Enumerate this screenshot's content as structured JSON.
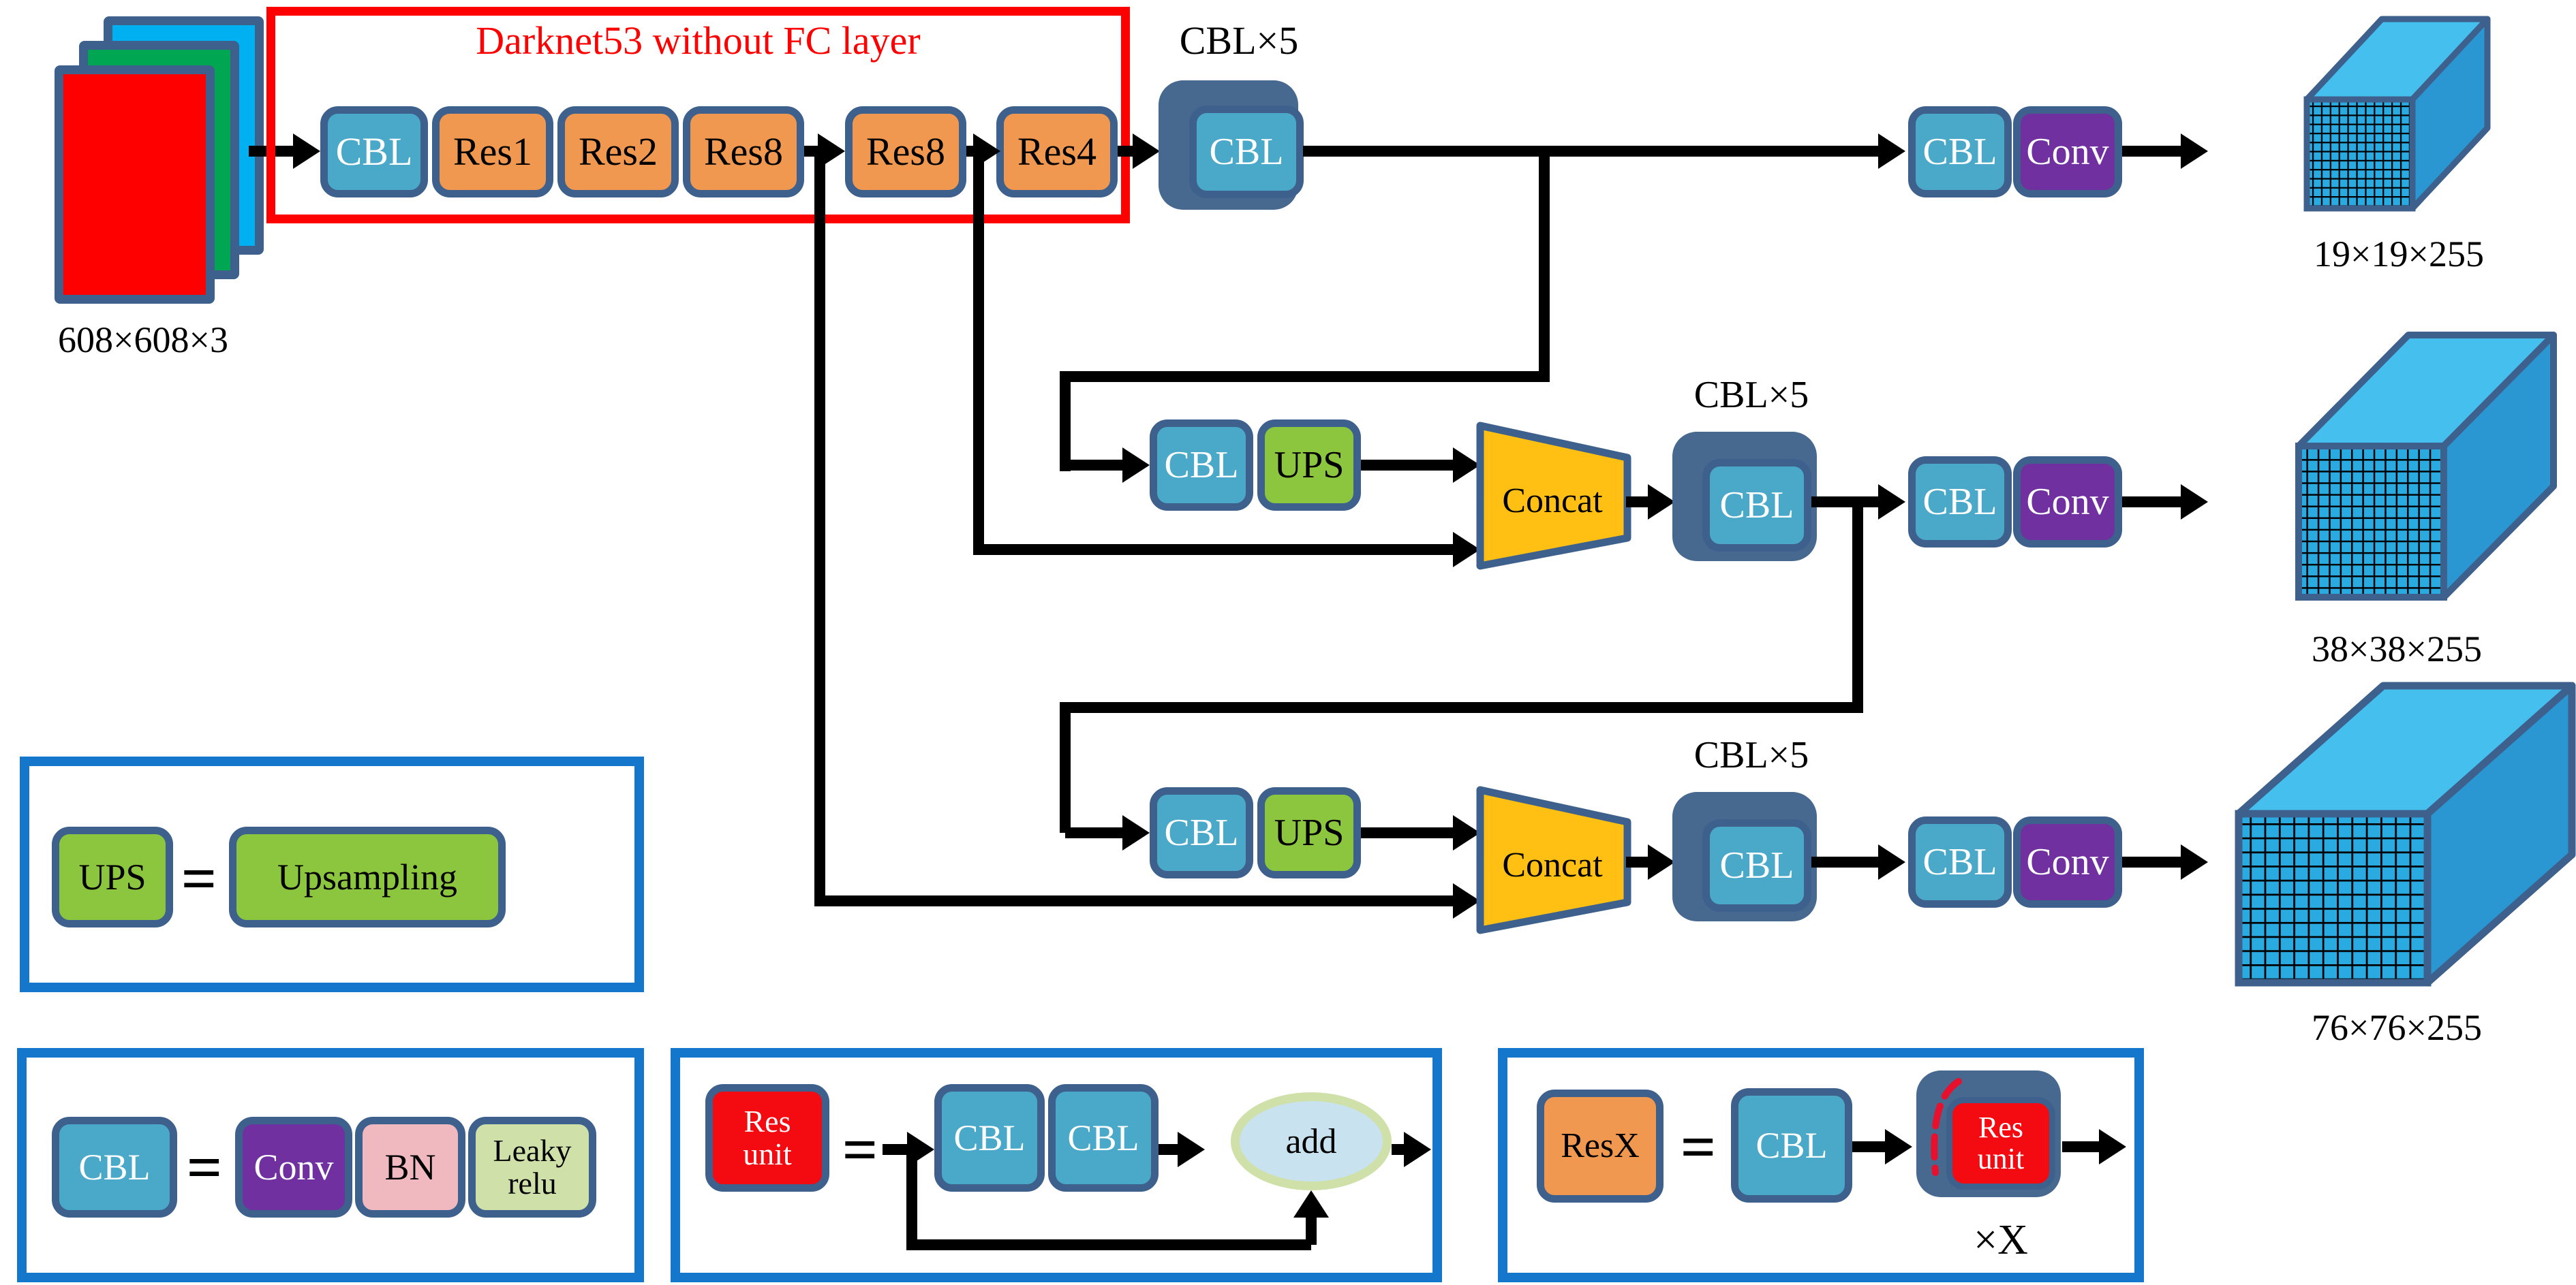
{
  "colors": {
    "slate": "#3D608C",
    "stack": "#47688F",
    "teal": "#4AA9C8",
    "orange": "#F0984F",
    "green": "#8CC63F",
    "yellow": "#FFC013",
    "purple": "#7030A0",
    "pink": "#EFB9BF",
    "palegreen": "#CFE0A8",
    "redbright": "#FF0000",
    "resred": "#F40B12",
    "legendblue": "#1577CB",
    "inputblue": "#00B0F0",
    "inputgreen": "#00A651",
    "cubefront": "#29ABE2",
    "cubetop": "#45BFEE",
    "cubeside": "#2A96D2",
    "line": "#000000"
  },
  "input": {
    "size_label": "608×608×3"
  },
  "backbone": {
    "title": "Darknet53 without FC layer",
    "blocks": [
      "CBL",
      "Res1",
      "Res2",
      "Res8",
      "Res8",
      "Res4"
    ]
  },
  "labels": {
    "cbl": "CBL",
    "cbl5": "CBL×5",
    "ups": "UPS",
    "concat": "Concat",
    "conv": "Conv"
  },
  "outputs": {
    "p5": "19×19×255",
    "p4": "38×38×255",
    "p3": "76×76×255"
  },
  "legends": {
    "ups": {
      "term": "UPS",
      "equals": "=",
      "definition": "Upsampling"
    },
    "cbl": {
      "term": "CBL",
      "equals": "=",
      "conv": "Conv",
      "bn": "BN",
      "leaky_line1": "Leaky",
      "leaky_line2": "relu"
    },
    "res_unit": {
      "term_line1": "Res",
      "term_line2": "unit",
      "equals": "=",
      "cbl": "CBL",
      "add": "add"
    },
    "resx": {
      "term": "ResX",
      "equals": "=",
      "cbl": "CBL",
      "unit_line1": "Res",
      "unit_line2": "unit",
      "repeat": "×X"
    }
  }
}
